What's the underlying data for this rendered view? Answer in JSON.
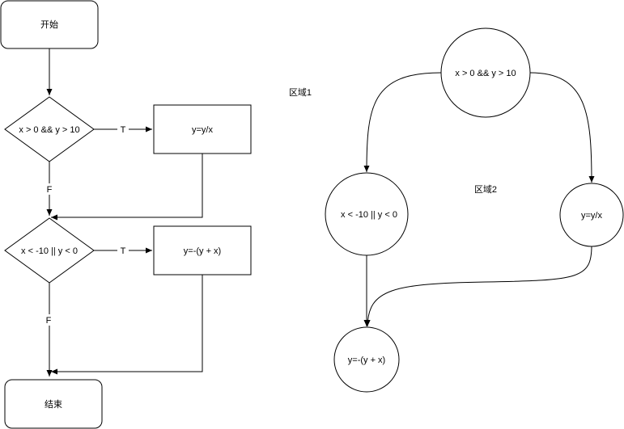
{
  "flowchart": {
    "start_label": "开始",
    "decision1_label": "x > 0 && y > 10",
    "process1_label": "y=y/x",
    "decision2_label": "x < -10 || y < 0",
    "process2_label": "y=-(y + x)",
    "end_label": "结束",
    "true_label_1": "T",
    "false_label_1": "F",
    "true_label_2": "T",
    "false_label_2": "F"
  },
  "graph": {
    "region1_label": "区域1",
    "region2_label": "区域2",
    "node_top_label": "x > 0 && y > 10",
    "node_left_label": "x < -10 || y < 0",
    "node_right_label": "y=y/x",
    "node_bottom_label": "y=-(y + x)"
  },
  "colors": {
    "stroke": "#000000",
    "fill": "#ffffff"
  }
}
